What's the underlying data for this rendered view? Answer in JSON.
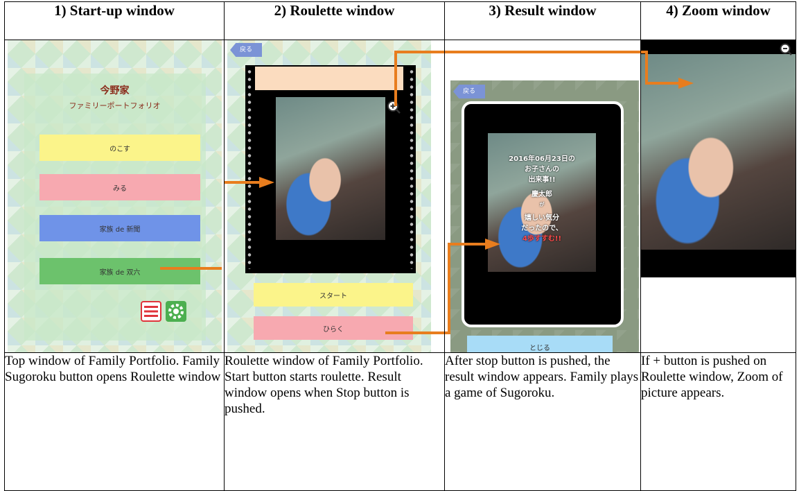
{
  "headers": [
    "1) Start-up window",
    "2) Roulette window",
    "3) Result window",
    "4) Zoom window"
  ],
  "descriptions": [
    "Top window of Family Portfolio. Family Sugoroku button opens Roulette window",
    "Roulette window of Family Portfolio. Start button starts roulette. Result window opens when Stop button is pushed.",
    "After stop button is pushed, the result window appears. Family plays a game of Sugoroku.",
    "If + button is pushed on Roulette window, Zoom of picture appears."
  ],
  "startup": {
    "title_line1": "今野家",
    "title_line2": "ファミリーポートフォリオ",
    "buttons": [
      "のこす",
      "みる",
      "家族 de 新聞",
      "家族 de 双六"
    ]
  },
  "roulette": {
    "back_label": "戻る",
    "start_label": "スタート",
    "open_label": "ひらく"
  },
  "result": {
    "back_label": "戻る",
    "text_lines": [
      "2016年06月23日の",
      "お子さんの",
      "出来事!!",
      "慶太郎",
      "が",
      "嬉しい気分",
      "だったので、",
      "4歩すすむ!!"
    ],
    "close_label": "とじる"
  },
  "colors": {
    "arrow": "#e87d1e",
    "yellow": "#fbf48a",
    "pink": "#f7a9b0",
    "blue": "#6f93e8",
    "green": "#6cc26c",
    "light_blue": "#a8dcf7"
  },
  "icons": [
    "menu-icon",
    "gear-icon",
    "zoom-in-icon",
    "zoom-out-icon",
    "arrow-right-icon"
  ]
}
